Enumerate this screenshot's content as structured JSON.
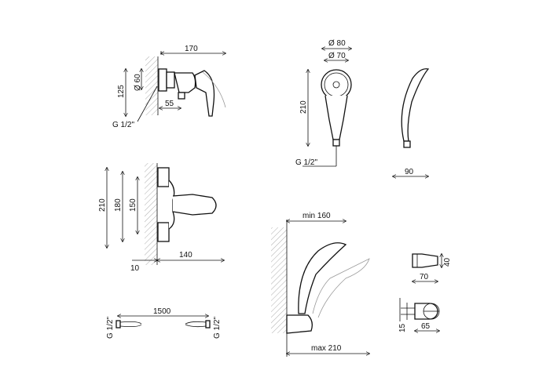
{
  "colors": {
    "line": "#111111",
    "hidden": "#999999",
    "background": "#ffffff"
  },
  "mixer_side": {
    "width": "170",
    "height": "125",
    "diameter": "Ø 60",
    "outlet": "55",
    "thread": "G 1/2\""
  },
  "handshower": {
    "outer_diameter": "Ø 80",
    "inner_diameter": "Ø 70",
    "length": "210",
    "thread": "G 1/2\"",
    "depth": "90"
  },
  "mixer_front": {
    "height_total": "210",
    "height_mid": "180",
    "spacing": "150",
    "wall_offset": "10",
    "depth": "140"
  },
  "holder": {
    "min": "min 160",
    "max": "max 210"
  },
  "bracket_top": {
    "height": "40",
    "width": "70"
  },
  "bracket_side": {
    "offset": "15",
    "width": "65"
  },
  "hose": {
    "length": "1500",
    "thread_left": "G 1/2\"",
    "thread_right": "G 1/2\""
  }
}
